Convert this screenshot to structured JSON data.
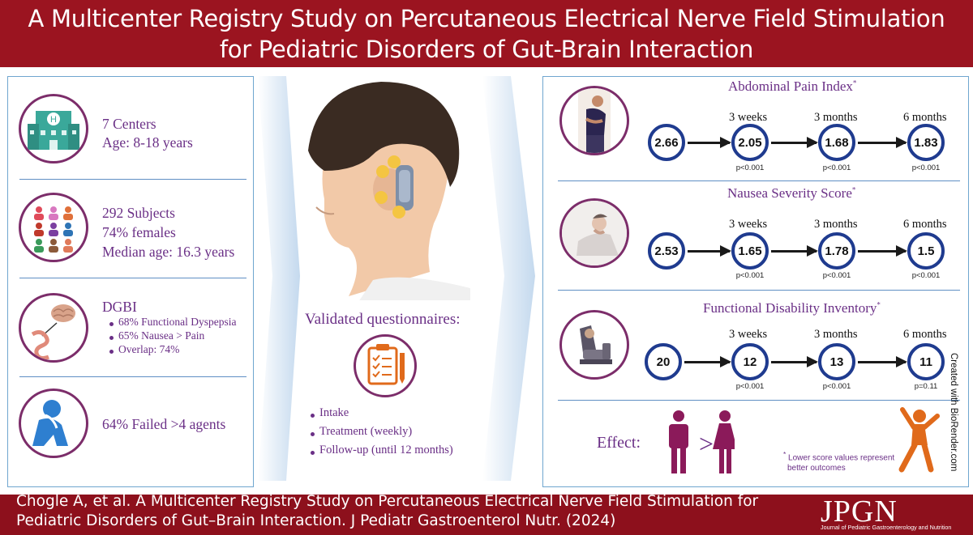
{
  "header": {
    "title_line1": "A Multicenter Registry Study on Percutaneous Electrical Nerve Field Stimulation",
    "title_line2": "for Pediatric Disorders of Gut-Brain Interaction",
    "color": "#9b1420"
  },
  "left_panel": {
    "centers": {
      "line1": "7 Centers",
      "line2": "Age: 8-18 years",
      "icon": "hospital-icon"
    },
    "subjects": {
      "line1": "292 Subjects",
      "line2": "74% females",
      "line3": "Median age: 16.3 years",
      "icon": "people-group-icon"
    },
    "dgbi": {
      "title": "DGBI",
      "items": [
        "68% Functional Dyspepsia",
        "65% Nausea > Pain",
        "Overlap: 74%"
      ],
      "icon": "brain-gut-icon"
    },
    "failed": {
      "text": "64% Failed >4 agents",
      "icon": "distressed-person-icon"
    }
  },
  "middle": {
    "title": "Validated questionnaires:",
    "items": [
      "Intake",
      "Treatment (weekly)",
      "Follow-up (until 12 months)"
    ],
    "icons": [
      "head-with-device-icon",
      "clipboard-icon"
    ]
  },
  "outcomes": [
    {
      "title": "Abdominal Pain Index",
      "marker": "*",
      "icon": "abdominal-pain-icon",
      "timepoints": [
        "3 weeks",
        "3 months",
        "6 months"
      ],
      "baseline": "2.66",
      "values": [
        "2.05",
        "1.68",
        "1.83"
      ],
      "pvalues": [
        "p<0.001",
        "p<0.001",
        "p<0.001"
      ]
    },
    {
      "title": "Nausea Severity Score",
      "marker": "*",
      "icon": "nausea-icon",
      "timepoints": [
        "3 weeks",
        "3 months",
        "6 months"
      ],
      "baseline": "2.53",
      "values": [
        "1.65",
        "1.78",
        "1.5"
      ],
      "pvalues": [
        "p<0.001",
        "p<0.001",
        "p<0.001"
      ]
    },
    {
      "title": "Functional Disability Inventory",
      "marker": "*",
      "icon": "recliner-icon",
      "timepoints": [
        "3 weeks",
        "3 months",
        "6 months"
      ],
      "baseline": "20",
      "values": [
        "12",
        "13",
        "11"
      ],
      "pvalues": [
        "p<0.001",
        "p<0.001",
        "p=0.11"
      ]
    }
  ],
  "effect": {
    "label": "Effect:",
    "symbol": ">",
    "male_icon": "male-icon",
    "female_icon": "female-icon",
    "celebrate_icon": "celebrating-person-icon",
    "footnote_marker": "*",
    "footnote_line1": "Lower score values represent",
    "footnote_line2": "better outcomes"
  },
  "credit": "Created with BioRender.com",
  "footer": {
    "citation_line1": "Chogle A, et al. A Multicenter Registry Study on Percutaneous Electrical Nerve Field Stimulation for",
    "citation_line2": "Pediatric Disorders of Gut–Brain Interaction. J Pediatr Gastroenterol Nutr. (2024)",
    "logo": "JPGN",
    "logo_sub": "Journal of Pediatric Gastroenterology and Nutrition"
  },
  "colors": {
    "purple_text": "#6a2f86",
    "circle_border": "#7c2d6a",
    "value_ring": "#1f3b8f",
    "panel_border": "#6fa6cf",
    "orange": "#e06a1b"
  }
}
